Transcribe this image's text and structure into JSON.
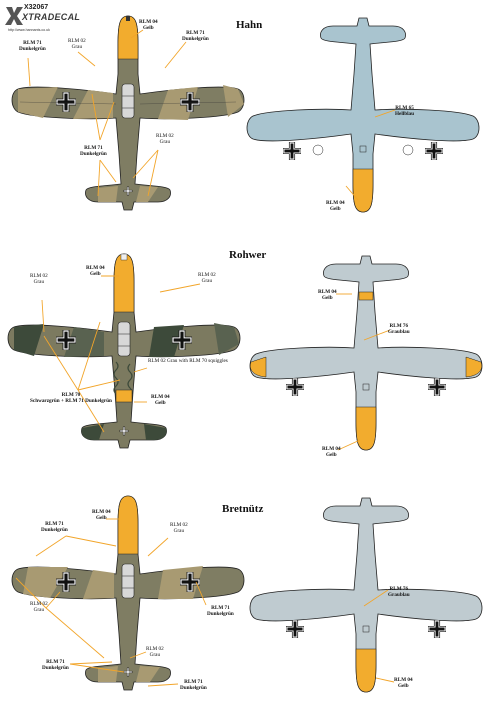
{
  "brand": {
    "code": "X32067",
    "name": "XTRADECAL",
    "url": "http://www.hannants.co.uk"
  },
  "aircraft": [
    {
      "pilot": "Hahn",
      "top_labels": [
        {
          "code": "RLM 04",
          "name": "Gelb"
        },
        {
          "code": "RLM 71",
          "name": "Dunkelgrün"
        },
        {
          "code": "RLM 02",
          "name": "Grau"
        },
        {
          "code": "RLM 71",
          "name": "Dunkelgrün"
        },
        {
          "code": "RLM 71",
          "name": "Dunkelgrün"
        },
        {
          "code": "RLM 02",
          "name": "Grau"
        }
      ],
      "bottom_labels": [
        {
          "code": "RLM 65",
          "name": "Hellblau"
        },
        {
          "code": "RLM 04",
          "name": "Gelb"
        }
      ]
    },
    {
      "pilot": "Rohwer",
      "top_labels": [
        {
          "code": "RLM 04",
          "name": "Gelb"
        },
        {
          "code": "RLM 02",
          "name": "Grau"
        },
        {
          "code": "RLM 02",
          "name": "Grau"
        },
        {
          "code": "RLM 02 Grau with RLM 70 squiggles",
          "name": ""
        },
        {
          "code": "RLM 70",
          "name": "Schwarzgrün + RLM 71 Dunkelgrün"
        },
        {
          "code": "RLM 04",
          "name": "Gelb"
        }
      ],
      "bottom_labels": [
        {
          "code": "RLM 04",
          "name": "Gelb"
        },
        {
          "code": "RLM 76",
          "name": "Graublau"
        },
        {
          "code": "RLM 04",
          "name": "Gelb"
        }
      ]
    },
    {
      "pilot": "Bretnütz",
      "top_labels": [
        {
          "code": "RLM 04",
          "name": "Gelb"
        },
        {
          "code": "RLM 71",
          "name": "Dunkelgrün"
        },
        {
          "code": "RLM 02",
          "name": "Grau"
        },
        {
          "code": "RLM 02",
          "name": "Grau"
        },
        {
          "code": "RLM 71",
          "name": "Dunkelgrün"
        },
        {
          "code": "RLM 02",
          "name": "Grau"
        },
        {
          "code": "RLM 71",
          "name": "Dunkelgrün"
        },
        {
          "code": "RLM 71",
          "name": "Dunkelgrün"
        }
      ],
      "bottom_labels": [
        {
          "code": "RLM 76",
          "name": "Graublau"
        },
        {
          "code": "RLM 04",
          "name": "Gelb"
        }
      ]
    }
  ],
  "colors": {
    "yellow": "#f2ac2e",
    "grey_green": "#7a7a60",
    "dark_green": "#3d4a3a",
    "tan": "#a89a72",
    "light_blue": "#a9c4cf",
    "grey_blue": "#b8c6cc",
    "leader_line": "#f2a52a"
  }
}
